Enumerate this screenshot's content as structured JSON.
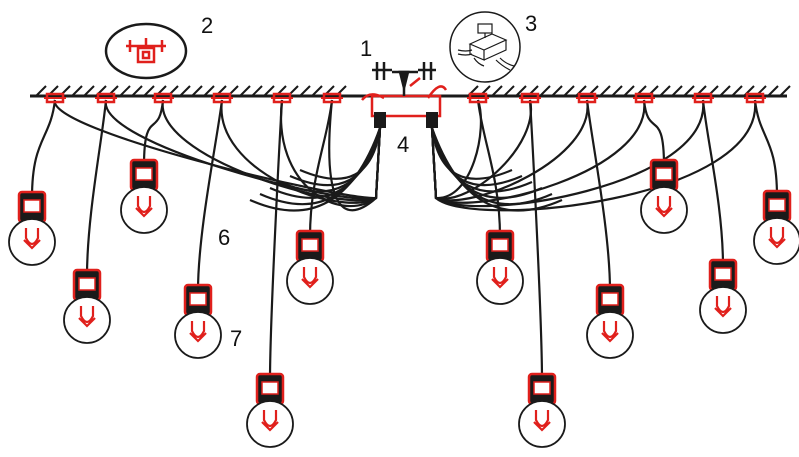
{
  "colors": {
    "line": "#1a1a1a",
    "accent": "#e0201c",
    "bulb_fill": "#ffffff"
  },
  "labels": {
    "one": "1",
    "two": "2",
    "three": "3",
    "four": "4",
    "six": "6",
    "seven": "7"
  },
  "fixture": {
    "pendant_count": 12,
    "ceiling_anchor_count": 12
  }
}
